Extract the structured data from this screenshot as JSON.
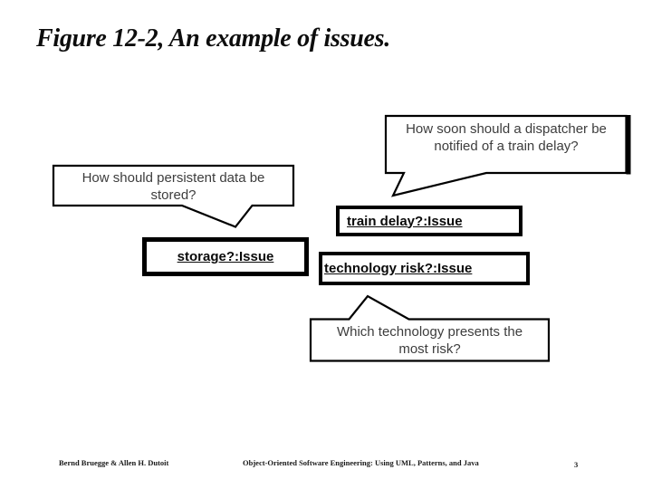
{
  "slide": {
    "title": "Figure 12-2, An example of issues."
  },
  "bubbles": {
    "dispatcher": {
      "line1": "How soon should a dispatcher be",
      "line2": "notified of a train delay?"
    },
    "storage_question": {
      "line1": "How should persistent data be",
      "line2": "stored?"
    },
    "technology_question": {
      "line1": "Which technology presents the",
      "line2": "most risk?"
    }
  },
  "issue_boxes": {
    "train_delay": {
      "label": "train delay?:Issue"
    },
    "storage": {
      "label": "storage?:Issue"
    },
    "technology_risk": {
      "label": "technology risk?:Issue"
    }
  },
  "footer": {
    "authors": "Bernd Bruegge & Allen H. Dutoit",
    "book": "Object-Oriented Software Engineering: Using UML, Patterns, and Java",
    "page_number": "3"
  },
  "colors": {
    "ink": "#000000",
    "bubble_fill": "#ffffff"
  }
}
